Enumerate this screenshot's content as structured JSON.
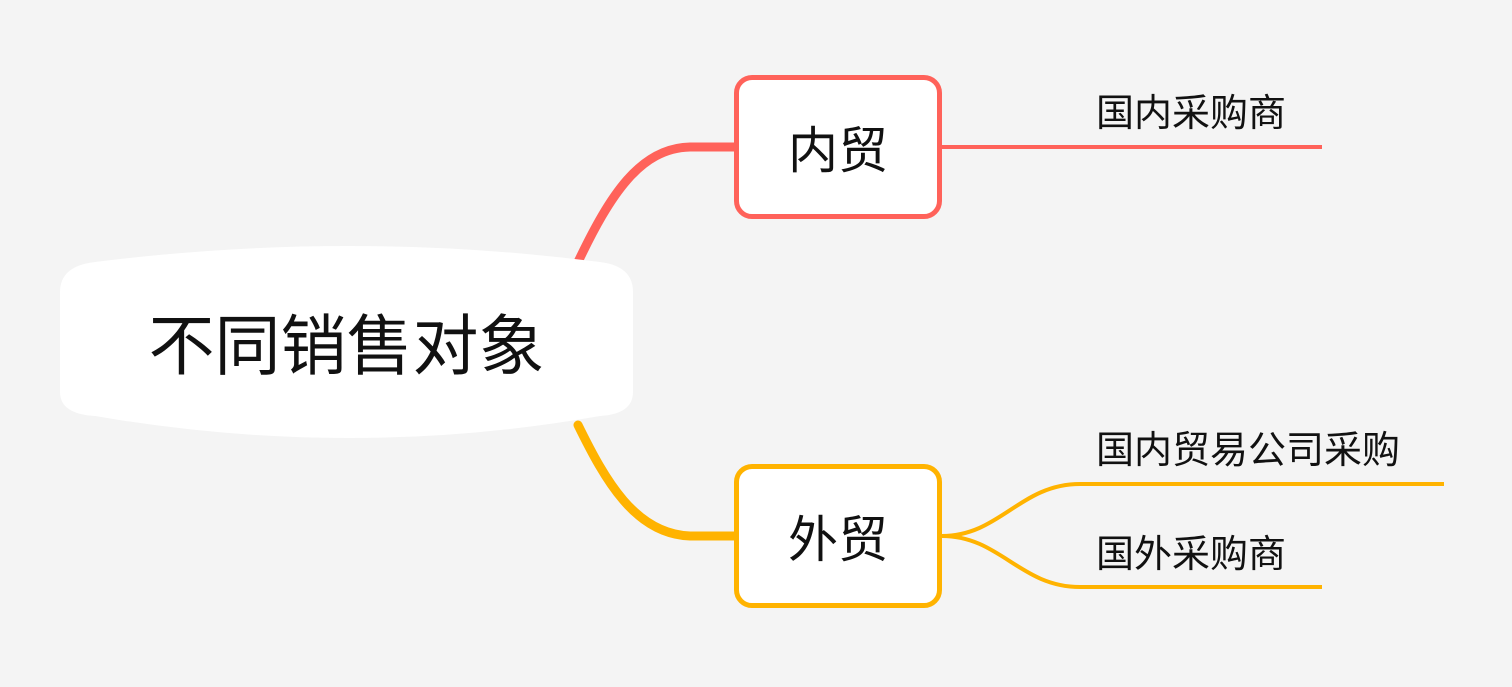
{
  "mindmap": {
    "root": {
      "label": "不同销售对象"
    },
    "branches": [
      {
        "label": "内贸",
        "color": "#ff625a",
        "children": [
          {
            "label": "国内采购商"
          }
        ]
      },
      {
        "label": "外贸",
        "color": "#ffb300",
        "children": [
          {
            "label": "国内贸易公司采购"
          },
          {
            "label": "国外采购商"
          }
        ]
      }
    ],
    "background_color": "#f4f4f4"
  }
}
